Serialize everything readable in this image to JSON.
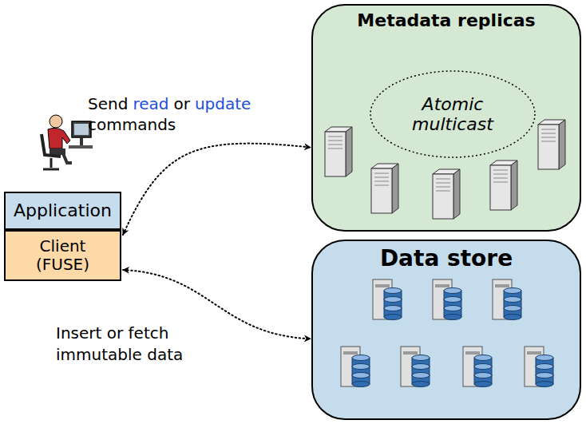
{
  "diagram": {
    "nodes": [
      {
        "text": [
          "Application"
        ]
      },
      {
        "text": [
          "Client (FUSE)"
        ]
      },
      {
        "text": [
          "Metadata replicas"
        ]
      },
      {
        "text": [
          "Atomic multicast"
        ],
        "in": 2
      },
      {
        "text": [
          "Data store"
        ]
      }
    ],
    "edges": [
      {
        "from": 1,
        "to": 2,
        "arrow": "both"
      },
      {
        "from": 1,
        "to": 4,
        "arrow": "both"
      }
    ],
    "labels": [
      "Send",
      "read",
      "or",
      "update",
      "commands",
      "Insert or fetch immutable data"
    ]
  }
}
